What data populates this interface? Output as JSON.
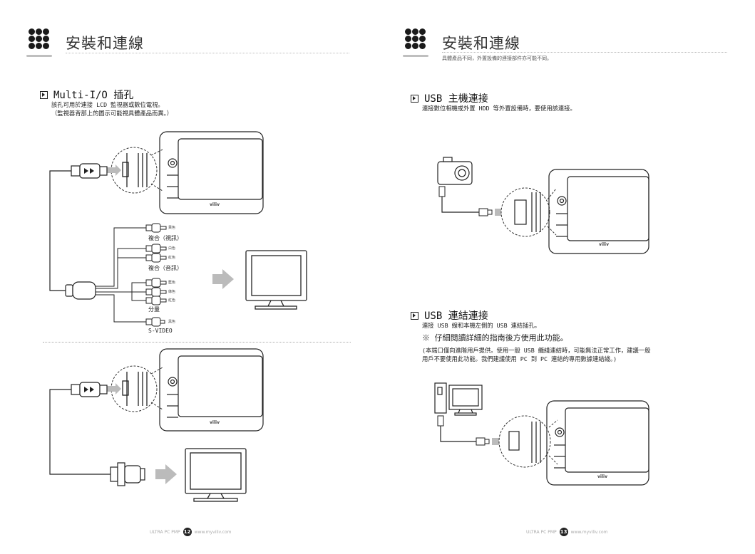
{
  "left_page": {
    "title": "安裝和連線",
    "section": {
      "heading": "Multi-I/O 插孔",
      "line1": "該孔可用於連接 LCD 監視器或數位電視。",
      "line2": "（監視器背部上的圖示可能視具體產品而異。）"
    },
    "labels": {
      "composite_video": "複合（視訊）",
      "composite_audio": "複合（音訊）",
      "component": "分量",
      "svideo": "S-VIDEO",
      "yellow": "黃色",
      "white": "白色",
      "red": "紅色",
      "blue": "藍色",
      "green": "綠色",
      "red2": "紅色",
      "black": "黑色"
    },
    "device_brand": "viliv",
    "footer": {
      "product": "ULTRA PC PMP",
      "page": "12",
      "url": "www.myviliv.com"
    }
  },
  "right_page": {
    "title": "安裝和連線",
    "subtitle": "具體產品不同，外置設備的連接部件亦可能不同。",
    "usb_host": {
      "heading": "USB 主機連接",
      "line1": "連接數位相機或外置 HDD 等外置設備時，要使用該連接。"
    },
    "usb_link": {
      "heading": "USB 連結連接",
      "line1": "連接 USB 線和本機左側的 USB 連結插孔。",
      "note": "※ 仔細閱讀詳細的指南後方使用此功能。",
      "line2": "(本端口僅向進階用戶提供。使用一般 USB 纜綫連結時，可能無法正常工作，建議一般",
      "line3": "用戶不要使用此功能。我們建議使用 PC 到 PC 連結的專用數據連結綫。)"
    },
    "device_brand": "viliv",
    "footer": {
      "product": "ULTRA PC PMP",
      "page": "13",
      "url": "www.myviliv.com"
    }
  }
}
